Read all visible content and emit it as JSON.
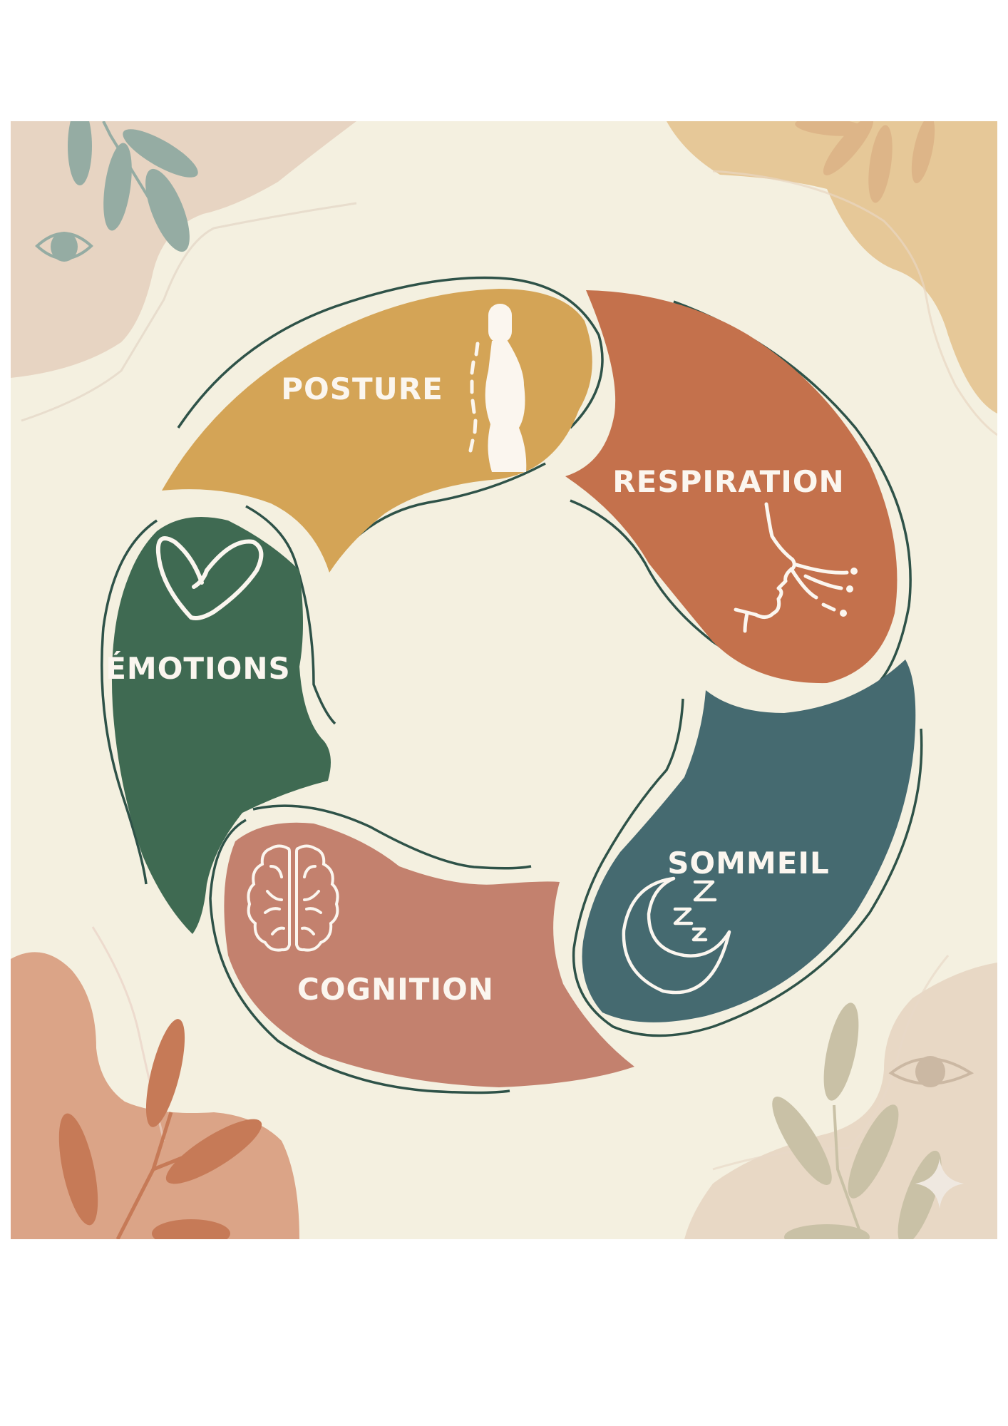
{
  "diagram": {
    "type": "cycle",
    "center": "",
    "segments": [
      {
        "id": "posture",
        "label": "POSTURE",
        "icon": "standing-body-spine-icon",
        "color": "#D4A456"
      },
      {
        "id": "respiration",
        "label": "RESPIRATION",
        "icon": "face-breathing-icon",
        "color": "#C4714C"
      },
      {
        "id": "sommeil",
        "label": "SOMMEIL",
        "icon": "moon-zzz-icon",
        "color": "#456A70"
      },
      {
        "id": "cognition",
        "label": "COGNITION",
        "icon": "brain-icon",
        "color": "#C3816E"
      },
      {
        "id": "emotions",
        "label": "ÉMOTIONS",
        "icon": "heart-icon",
        "color": "#3F6A52"
      }
    ],
    "order": [
      "POSTURE",
      "RESPIRATION",
      "SOMMEIL",
      "COGNITION",
      "ÉMOTIONS"
    ]
  },
  "colors": {
    "background": "#F4F0E0",
    "outline": "#2E5248",
    "corner_top_left": "#E6D2C0",
    "corner_top_right": "#E6C596",
    "corner_bottom_left": "#D9A084",
    "corner_bottom_right": "#E6D6C4",
    "leaf_top_left": "#95ACA3",
    "leaf_bottom_left": "#C67A57",
    "leaf_bottom_right": "#C7BFA5",
    "text": "#FBF6EF"
  },
  "decorations": [
    "eye-icon-top-left",
    "leaf-branch-top-left",
    "leaf-branch-top-right",
    "leaf-branch-bottom-left",
    "leaf-branch-bottom-right",
    "eye-icon-bottom-right",
    "sparkle-icon"
  ]
}
